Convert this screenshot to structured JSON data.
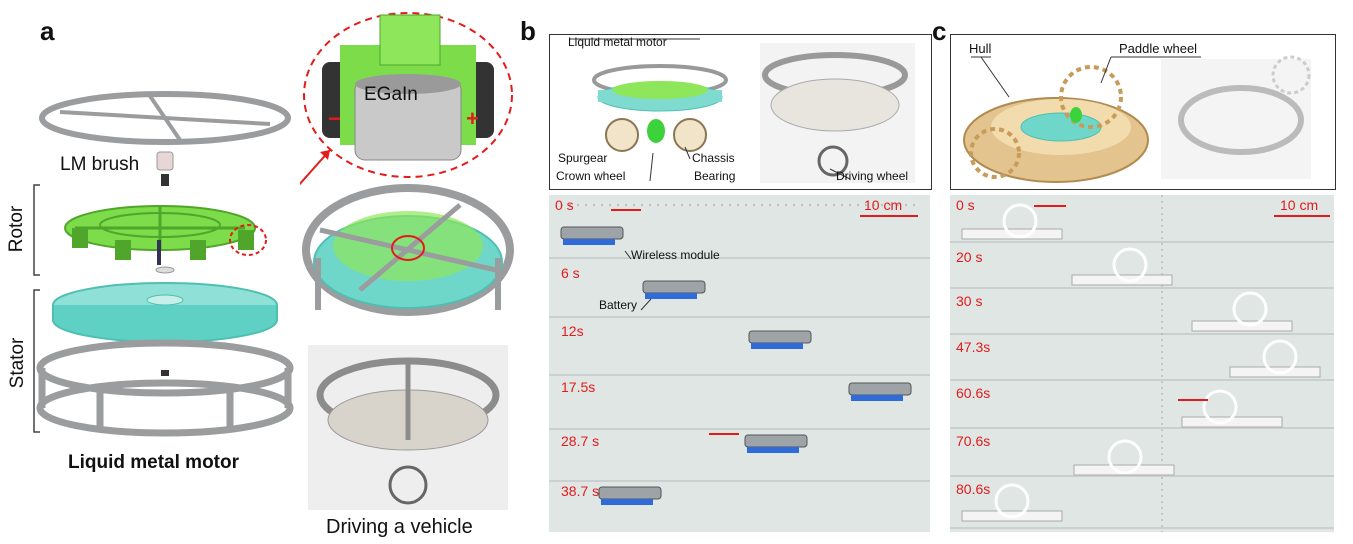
{
  "panel_a": {
    "letter": "a",
    "lm_brush": "LM brush",
    "rotor": "Rotor",
    "stator": "Stator",
    "title": "Liquid metal motor",
    "egain": "EGaIn",
    "minus": "−",
    "plus": "+",
    "driving": "Driving a vehicle"
  },
  "panel_b": {
    "letter": "b",
    "labels": {
      "motor": "Liquid metal motor",
      "spurgear": "Spurgear",
      "crown": "Crown wheel",
      "chassis": "Chassis",
      "bearing": "Bearing",
      "driving_wheel": "Driving wheel",
      "wireless": "Wireless module",
      "battery": "Battery"
    },
    "scale": "10 cm",
    "times": [
      "0 s",
      "6 s",
      "12s",
      "17.5s",
      "28.7 s",
      "38.7 s"
    ]
  },
  "panel_c": {
    "letter": "c",
    "labels": {
      "hull": "Hull",
      "paddle": "Paddle wheel"
    },
    "scale": "10 cm",
    "times": [
      "0 s",
      "20 s",
      "30 s",
      "47.3s",
      "60.6s",
      "70.6s",
      "80.6s"
    ]
  },
  "colors": {
    "accent_red": "#e41b1b",
    "rotor_green": "#7ddc4a",
    "stator_teal": "#5fd1c4",
    "frame_gray": "#9a9c9e",
    "water_bg": "#dfe6e4"
  }
}
